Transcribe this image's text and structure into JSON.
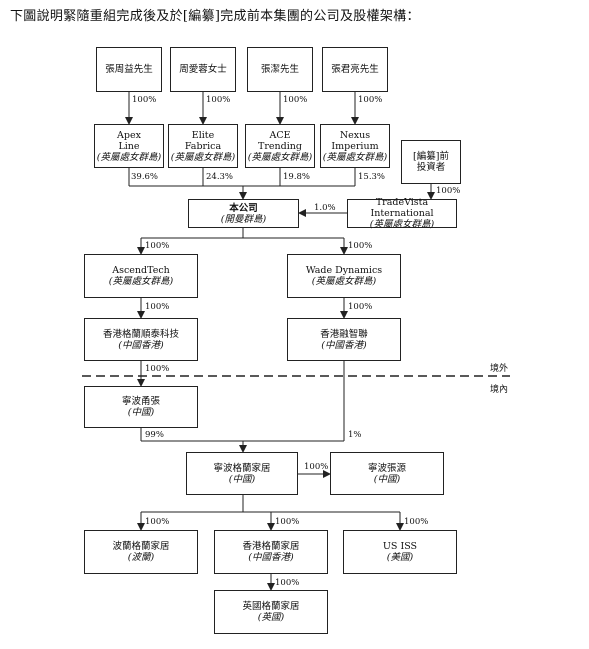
{
  "caption": "下圖說明緊隨重組完成後及於[編纂]完成前本集團的公司及股權架構：",
  "shareholders": [
    {
      "name": "張周益先生",
      "pct": "100%"
    },
    {
      "name": "周愛蓉女士",
      "pct": "100%"
    },
    {
      "name": "張潔先生",
      "pct": "100%"
    },
    {
      "name": "張君亮先生",
      "pct": "100%"
    }
  ],
  "holdcos": [
    {
      "line1": "Apex",
      "line2": "Line",
      "jurisdiction": "(英屬處女群島)",
      "pct": "39.6%"
    },
    {
      "line1": "Elite",
      "line2": "Fabrica",
      "jurisdiction": "(英屬處女群島)",
      "pct": "24.3%"
    },
    {
      "line1": "ACE",
      "line2": "Trending",
      "jurisdiction": "(英屬處女群島)",
      "pct": "19.8%"
    },
    {
      "line1": "Nexus",
      "line2": "Imperium",
      "jurisdiction": "(英屬處女群島)",
      "pct": "15.3%"
    }
  ],
  "investors": {
    "line1": "[編纂]前",
    "line2": "投資者",
    "pct": "100%"
  },
  "tradevista": {
    "name": "TradeVista International",
    "jurisdiction": "(英屬處女群島)",
    "pct": "1.0%"
  },
  "company": {
    "name": "本公司",
    "jurisdiction": "(開曼群島)"
  },
  "ascendtech": {
    "name": "AscendTech",
    "jurisdiction": "(英屬處女群島)",
    "pct_in": "100%",
    "pct_out": "100%"
  },
  "wade": {
    "name": "Wade Dynamics",
    "jurisdiction": "(英屬處女群島)",
    "pct_in": "100%",
    "pct_out": "100%"
  },
  "hk_shuntai": {
    "name": "香港格蘭順泰科技",
    "jurisdiction": "(中國香港)",
    "pct_out": "100%"
  },
  "hk_rongzhi": {
    "name": "香港融智聯",
    "jurisdiction": "(中國香港)"
  },
  "boundary": {
    "offshore": "境外",
    "onshore": "境內"
  },
  "ningbo_yongzhang": {
    "name": "寧波甬張",
    "jurisdiction": "(中國)",
    "pct_out": "99%"
  },
  "pct_rongzhi_to_ningbo": "1%",
  "ningbo_home": {
    "name": "寧波格蘭家居",
    "jurisdiction": "(中國)",
    "pct_to_zhangyuan": "100%"
  },
  "ningbo_zhangyuan": {
    "name": "寧波張源",
    "jurisdiction": "(中國)"
  },
  "subs": [
    {
      "name": "波蘭格蘭家居",
      "jurisdiction": "(波蘭)",
      "pct": "100%"
    },
    {
      "name": "香港格蘭家居",
      "jurisdiction": "(中國香港)",
      "pct": "100%"
    },
    {
      "name": "US ISS",
      "jurisdiction": "(美國)",
      "pct": "100%"
    }
  ],
  "uk": {
    "name": "英國格蘭家居",
    "jurisdiction": "(英國)",
    "pct": "100%"
  }
}
